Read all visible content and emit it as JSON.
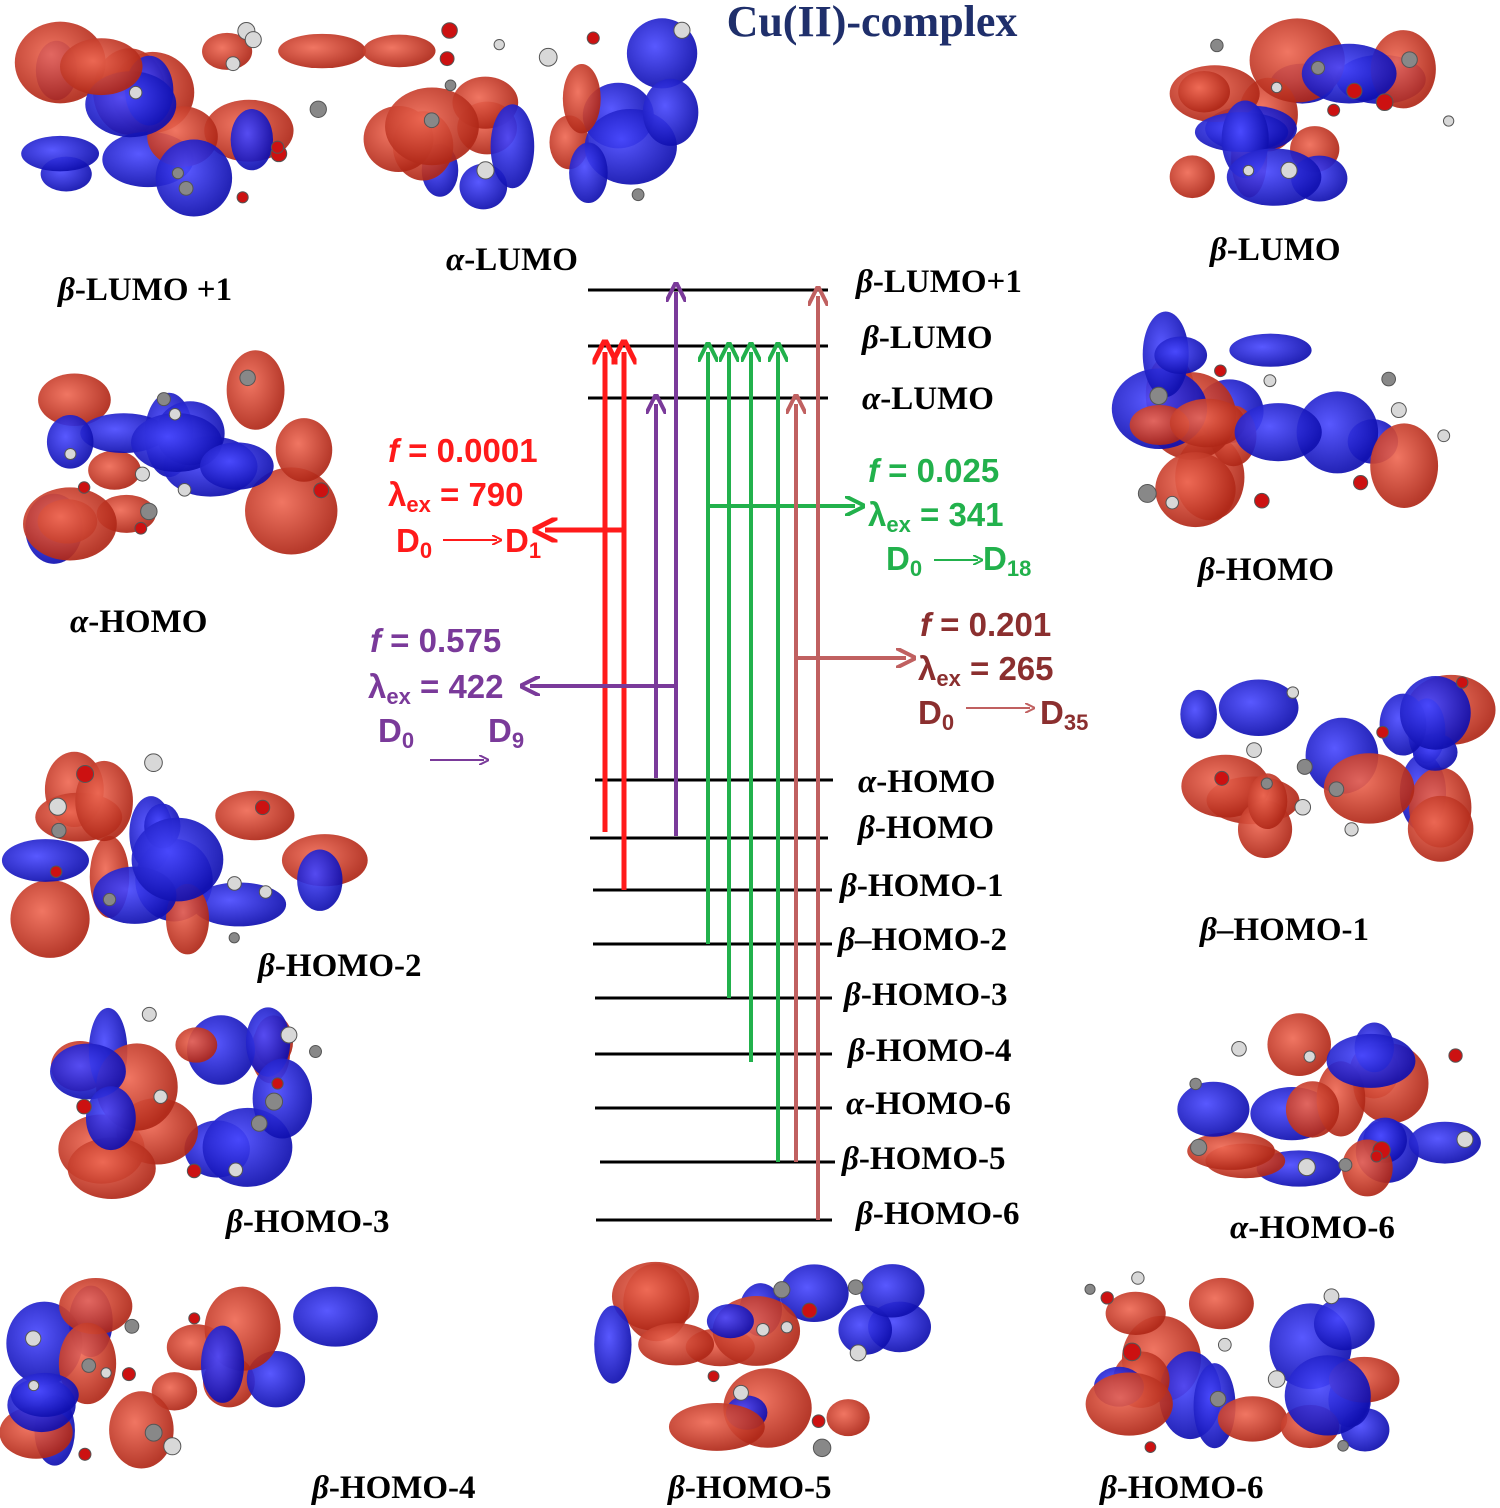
{
  "title": "Cu(II)-complex",
  "colors": {
    "title": "#1f2f6b",
    "red": "#ff1a1a",
    "purple": "#7a3a9a",
    "green": "#22b14c",
    "brown": "#c06060",
    "brown_text": "#8b2f2f",
    "orbital_blue": "#1a1ae6",
    "orbital_red": "#d23a2a"
  },
  "levels": [
    {
      "greek": "β",
      "rest": "-LUMO+1"
    },
    {
      "greek": "β",
      "rest": "-LUMO"
    },
    {
      "greek": "α",
      "rest": "-LUMO"
    },
    {
      "greek": "α",
      "rest": "-HOMO"
    },
    {
      "greek": "β",
      "rest": "-HOMO"
    },
    {
      "greek": "β",
      "rest": "-HOMO-1"
    },
    {
      "greek": "β",
      "rest": "–HOMO-2"
    },
    {
      "greek": "β",
      "rest": "-HOMO-3"
    },
    {
      "greek": "β",
      "rest": "-HOMO-4"
    },
    {
      "greek": "α",
      "rest": "-HOMO-6"
    },
    {
      "greek": "β",
      "rest": "-HOMO-5"
    },
    {
      "greek": "β",
      "rest": "-HOMO-6"
    }
  ],
  "transitions": [
    {
      "color": "red",
      "f_label": "f",
      "f_value": "= 0.0001",
      "lambda": "λ",
      "ex": "ex",
      "lambda_value": "= 790",
      "d0": "D",
      "d0_sub": "0",
      "dn": "D",
      "dn_sub": "1"
    },
    {
      "color": "purple",
      "f_label": "f",
      "f_value": "= 0.575",
      "lambda": "λ",
      "ex": "ex",
      "lambda_value": "= 422",
      "d0": "D",
      "d0_sub": "0",
      "dn": "D",
      "dn_sub": "9"
    },
    {
      "color": "green",
      "f_label": "f",
      "f_value": "= 0.025",
      "lambda": "λ",
      "ex": "ex",
      "lambda_value": "= 341",
      "d0": "D",
      "d0_sub": "0",
      "dn": "D",
      "dn_sub": "18"
    },
    {
      "color": "brown",
      "f_label": "f",
      "f_value": "= 0.201",
      "lambda": "λ",
      "ex": "ex",
      "lambda_value": "= 265",
      "d0": "D",
      "d0_sub": "0",
      "dn": "D",
      "dn_sub": "35"
    }
  ],
  "orbitals": [
    {
      "greek": "β",
      "rest": "-LUMO +1"
    },
    {
      "greek": "α",
      "rest": "-LUMO"
    },
    {
      "greek": "β",
      "rest": "-LUMO"
    },
    {
      "greek": "α",
      "rest": "-HOMO"
    },
    {
      "greek": "β",
      "rest": "-HOMO"
    },
    {
      "greek": "β",
      "rest": "-HOMO-2"
    },
    {
      "greek": "β",
      "rest": "–HOMO-1"
    },
    {
      "greek": "β",
      "rest": "-HOMO-3"
    },
    {
      "greek": "α",
      "rest": "-HOMO-6"
    },
    {
      "greek": "β",
      "rest": "-HOMO-4"
    },
    {
      "greek": "β",
      "rest": "-HOMO-5"
    },
    {
      "greek": "β",
      "rest": "-HOMO-6"
    }
  ]
}
